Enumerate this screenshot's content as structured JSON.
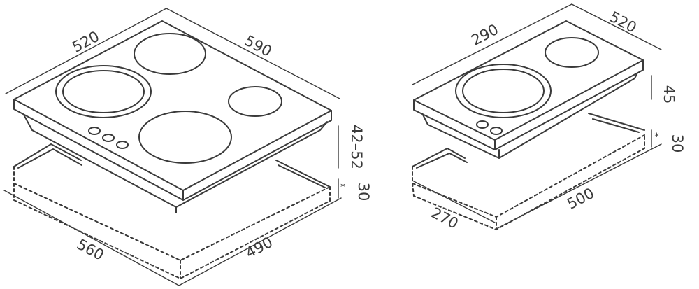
{
  "hob_4_zone": {
    "width_dim": "590",
    "depth_dim": "520",
    "height_dim": "42–52",
    "cutout_width_dim": "560",
    "cutout_depth_dim": "490",
    "cutout_margin_dim": "30",
    "cutout_margin_marker": "*"
  },
  "hob_2_zone": {
    "width_dim": "520",
    "depth_dim": "290",
    "height_dim": "45",
    "cutout_width_dim": "500",
    "cutout_depth_dim": "270",
    "cutout_margin_dim": "30",
    "cutout_margin_marker": "*"
  }
}
